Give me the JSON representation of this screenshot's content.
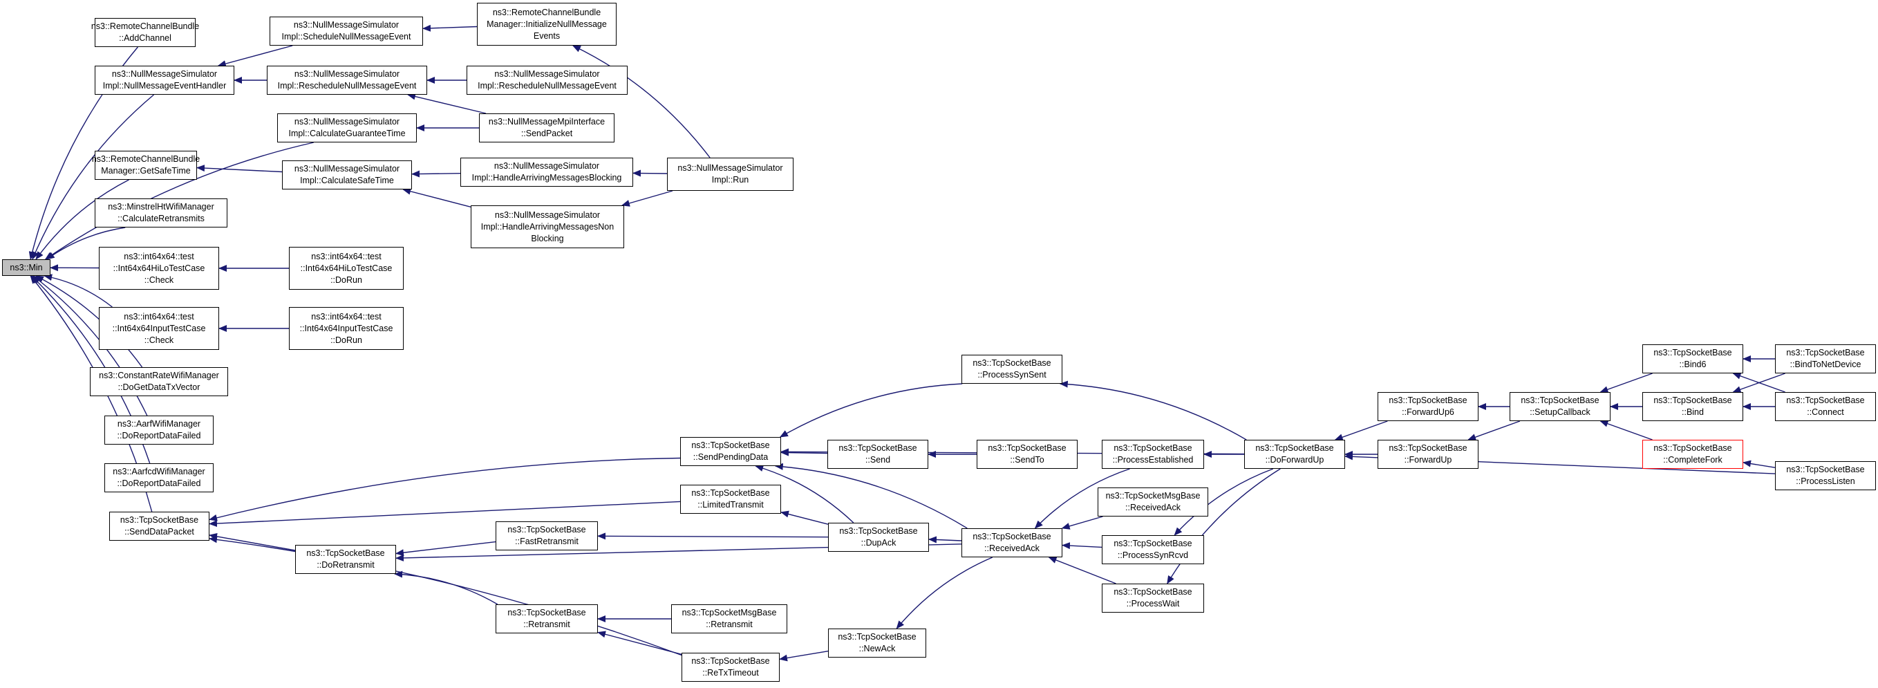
{
  "colors": {
    "edge": "#191970",
    "border": "#000000",
    "root_fill": "#bfbfbf",
    "highlight_border": "#ff0000"
  },
  "nodes": {
    "min": "ns3::Min",
    "rcb_addchannel": "ns3::RemoteChannelBundle\n::AddChannel",
    "nms_nullmsgeventhandler": "ns3::NullMessageSimulator\nImpl::NullMessageEventHandler",
    "nms_schedulenullmsgevent": "ns3::NullMessageSimulator\nImpl::ScheduleNullMessageEvent",
    "rcbm_initnullmsgevents": "ns3::RemoteChannelBundle\nManager::InitializeNullMessage\nEvents",
    "nms_reschedulenullmsgevent": "ns3::NullMessageSimulator\nImpl::RescheduleNullMessageEvent",
    "nms_reschedulenullmsgevent_2": "ns3::NullMessageSimulator\nImpl::RescheduleNullMessageEvent",
    "nms_calcguaranteetime": "ns3::NullMessageSimulator\nImpl::CalculateGuaranteeTime",
    "nmmpi_sendpacket": "ns3::NullMessageMpiInterface\n::SendPacket",
    "rcbm_getsafetime": "ns3::RemoteChannelBundle\nManager::GetSafeTime",
    "nms_calcsafetime": "ns3::NullMessageSimulator\nImpl::CalculateSafeTime",
    "nms_handlearrivingblocking": "ns3::NullMessageSimulator\nImpl::HandleArrivingMessagesBlocking",
    "nms_run": "ns3::NullMessageSimulator\nImpl::Run",
    "nms_handlearrivingnonblocking": "ns3::NullMessageSimulator\nImpl::HandleArrivingMessagesNon\nBlocking",
    "minstrelht_calcretransmits": "ns3::MinstrelHtWifiManager\n::CalculateRetransmits",
    "hilo_check": "ns3::int64x64::test\n::Int64x64HiLoTestCase\n::Check",
    "hilo_dorun": "ns3::int64x64::test\n::Int64x64HiLoTestCase\n::DoRun",
    "input_check": "ns3::int64x64::test\n::Int64x64InputTestCase\n::Check",
    "input_dorun": "ns3::int64x64::test\n::Int64x64InputTestCase\n::DoRun",
    "constantrate_getdatatxvector": "ns3::ConstantRateWifiManager\n::DoGetDataTxVector",
    "aarf_doreportdatafailed": "ns3::AarfWifiManager\n::DoReportDataFailed",
    "aarfcd_doreportdatafailed": "ns3::AarfcdWifiManager\n::DoReportDataFailed",
    "tcp_senddatapacket": "ns3::TcpSocketBase\n::SendDataPacket",
    "tcp_doretransmit": "ns3::TcpSocketBase\n::DoRetransmit",
    "tcp_fastretransmit": "ns3::TcpSocketBase\n::FastRetransmit",
    "tcp_retransmit": "ns3::TcpSocketBase\n::Retransmit",
    "tcpmsg_retransmit": "ns3::TcpSocketMsgBase\n::Retransmit",
    "tcp_retxtimeout": "ns3::TcpSocketBase\n::ReTxTimeout",
    "tcp_newack": "ns3::TcpSocketBase\n::NewAck",
    "tcp_sendpendingdata": "ns3::TcpSocketBase\n::SendPendingData",
    "tcp_limitedtransmit": "ns3::TcpSocketBase\n::LimitedTransmit",
    "tcp_send": "ns3::TcpSocketBase\n::Send",
    "tcp_sendto": "ns3::TcpSocketBase\n::SendTo",
    "tcp_dupack": "ns3::TcpSocketBase\n::DupAck",
    "tcp_processsynsent": "ns3::TcpSocketBase\n::ProcessSynSent",
    "tcp_receivedack": "ns3::TcpSocketBase\n::ReceivedAck",
    "tcp_processestablished": "ns3::TcpSocketBase\n::ProcessEstablished",
    "tcpmsg_receivedack": "ns3::TcpSocketMsgBase\n::ReceivedAck",
    "tcp_processsynrcvd": "ns3::TcpSocketBase\n::ProcessSynRcvd",
    "tcp_processwait": "ns3::TcpSocketBase\n::ProcessWait",
    "tcp_doforwardup": "ns3::TcpSocketBase\n::DoForwardUp",
    "tcp_forwardup6": "ns3::TcpSocketBase\n::ForwardUp6",
    "tcp_forwardup": "ns3::TcpSocketBase\n::ForwardUp",
    "tcp_setupcallback": "ns3::TcpSocketBase\n::SetupCallback",
    "tcp_bind6": "ns3::TcpSocketBase\n::Bind6",
    "tcp_bind": "ns3::TcpSocketBase\n::Bind",
    "tcp_completefork": "ns3::TcpSocketBase\n::CompleteFork",
    "tcp_bindtonetdevice": "ns3::TcpSocketBase\n::BindToNetDevice",
    "tcp_connect": "ns3::TcpSocketBase\n::Connect",
    "tcp_processlisten": "ns3::TcpSocketBase\n::ProcessListen"
  },
  "edges": [
    [
      "rcb_addchannel",
      "min"
    ],
    [
      "nms_nullmsgeventhandler",
      "min"
    ],
    [
      "nms_calcguaranteetime",
      "min"
    ],
    [
      "rcbm_getsafetime",
      "min"
    ],
    [
      "minstrelht_calcretransmits",
      "min"
    ],
    [
      "hilo_check",
      "min"
    ],
    [
      "input_check",
      "min"
    ],
    [
      "constantrate_getdatatxvector",
      "min"
    ],
    [
      "aarf_doreportdatafailed",
      "min"
    ],
    [
      "aarfcd_doreportdatafailed",
      "min"
    ],
    [
      "tcp_senddatapacket",
      "min"
    ],
    [
      "nms_schedulenullmsgevent",
      "nms_nullmsgeventhandler"
    ],
    [
      "nms_reschedulenullmsgevent",
      "nms_nullmsgeventhandler"
    ],
    [
      "rcbm_initnullmsgevents",
      "nms_schedulenullmsgevent"
    ],
    [
      "nms_reschedulenullmsgevent_2",
      "nms_reschedulenullmsgevent"
    ],
    [
      "nmmpi_sendpacket",
      "nms_reschedulenullmsgevent"
    ],
    [
      "nmmpi_sendpacket",
      "nms_calcguaranteetime"
    ],
    [
      "nms_run",
      "rcbm_initnullmsgevents"
    ],
    [
      "nms_calcsafetime",
      "rcbm_getsafetime"
    ],
    [
      "nms_handlearrivingblocking",
      "nms_calcsafetime"
    ],
    [
      "nms_handlearrivingnonblocking",
      "nms_calcsafetime"
    ],
    [
      "nms_run",
      "nms_handlearrivingblocking"
    ],
    [
      "nms_run",
      "nms_handlearrivingnonblocking"
    ],
    [
      "hilo_dorun",
      "hilo_check"
    ],
    [
      "input_dorun",
      "input_check"
    ],
    [
      "tcp_sendpendingdata",
      "tcp_senddatapacket"
    ],
    [
      "tcp_limitedtransmit",
      "tcp_senddatapacket"
    ],
    [
      "tcp_doretransmit",
      "tcp_senddatapacket"
    ],
    [
      "tcp_retxtimeout",
      "tcp_senddatapacket"
    ],
    [
      "tcp_fastretransmit",
      "tcp_doretransmit"
    ],
    [
      "tcp_retransmit",
      "tcp_doretransmit"
    ],
    [
      "tcp_receivedack",
      "tcp_doretransmit"
    ],
    [
      "tcp_dupack",
      "tcp_fastretransmit"
    ],
    [
      "tcpmsg_retransmit",
      "tcp_retransmit"
    ],
    [
      "tcp_retxtimeout",
      "tcp_retransmit"
    ],
    [
      "tcp_newack",
      "tcp_retxtimeout"
    ],
    [
      "tcp_receivedack",
      "tcp_newack"
    ],
    [
      "tcp_send",
      "tcp_sendpendingdata"
    ],
    [
      "tcp_dupack",
      "tcp_sendpendingdata"
    ],
    [
      "tcp_processsynsent",
      "tcp_sendpendingdata"
    ],
    [
      "tcp_receivedack",
      "tcp_sendpendingdata"
    ],
    [
      "tcp_doforwardup",
      "tcp_sendpendingdata"
    ],
    [
      "tcp_dupack",
      "tcp_limitedtransmit"
    ],
    [
      "tcp_sendto",
      "tcp_send"
    ],
    [
      "tcp_receivedack",
      "tcp_dupack"
    ],
    [
      "tcp_doforwardup",
      "tcp_processsynsent"
    ],
    [
      "tcp_processestablished",
      "tcp_receivedack"
    ],
    [
      "tcpmsg_receivedack",
      "tcp_receivedack"
    ],
    [
      "tcp_processsynrcvd",
      "tcp_receivedack"
    ],
    [
      "tcp_processwait",
      "tcp_receivedack"
    ],
    [
      "tcp_doforwardup",
      "tcp_processestablished"
    ],
    [
      "tcp_doforwardup",
      "tcp_processsynrcvd"
    ],
    [
      "tcp_doforwardup",
      "tcp_processwait"
    ],
    [
      "tcp_forwardup6",
      "tcp_doforwardup"
    ],
    [
      "tcp_forwardup",
      "tcp_doforwardup"
    ],
    [
      "tcp_setupcallback",
      "tcp_forwardup6"
    ],
    [
      "tcp_setupcallback",
      "tcp_forwardup"
    ],
    [
      "tcp_bind6",
      "tcp_setupcallback"
    ],
    [
      "tcp_bind",
      "tcp_setupcallback"
    ],
    [
      "tcp_completefork",
      "tcp_setupcallback"
    ],
    [
      "tcp_bindtonetdevice",
      "tcp_bind6"
    ],
    [
      "tcp_connect",
      "tcp_bind6"
    ],
    [
      "tcp_bindtonetdevice",
      "tcp_bind"
    ],
    [
      "tcp_connect",
      "tcp_bind"
    ],
    [
      "tcp_processlisten",
      "tcp_completefork"
    ],
    [
      "tcp_processlisten",
      "tcp_doforwardup"
    ]
  ]
}
